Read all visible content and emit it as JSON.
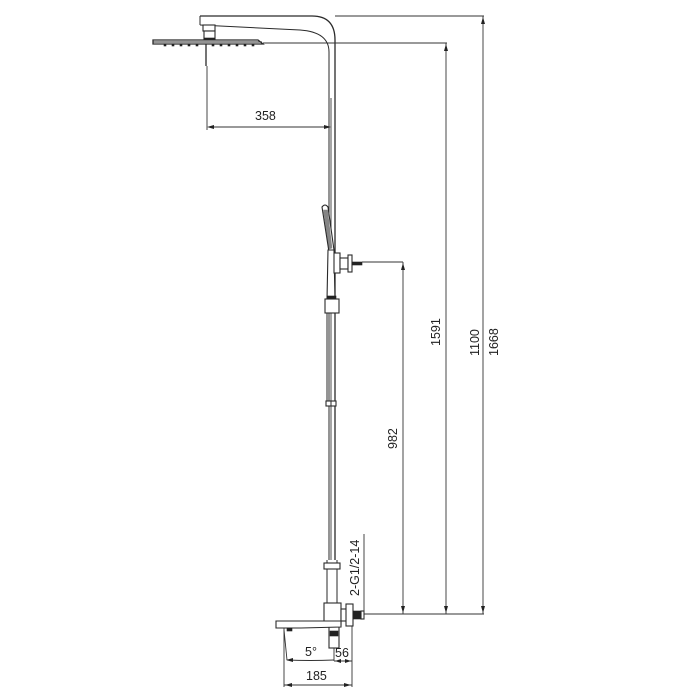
{
  "drawing": {
    "title": "Shower column dimensional drawing",
    "units": "mm",
    "dimensions": {
      "shower_head_reach": "358",
      "hand_shower_holder_height": "982",
      "rain_head_height": "1591",
      "inlet_to_top": "1100",
      "overall_height": "1668",
      "connection_thread": "2-G1/2-14",
      "spout_angle": "5°",
      "inlet_depth": "56",
      "spout_projection": "185"
    },
    "colors": {
      "line": "#2a2a2a",
      "background": "#ffffff"
    }
  }
}
